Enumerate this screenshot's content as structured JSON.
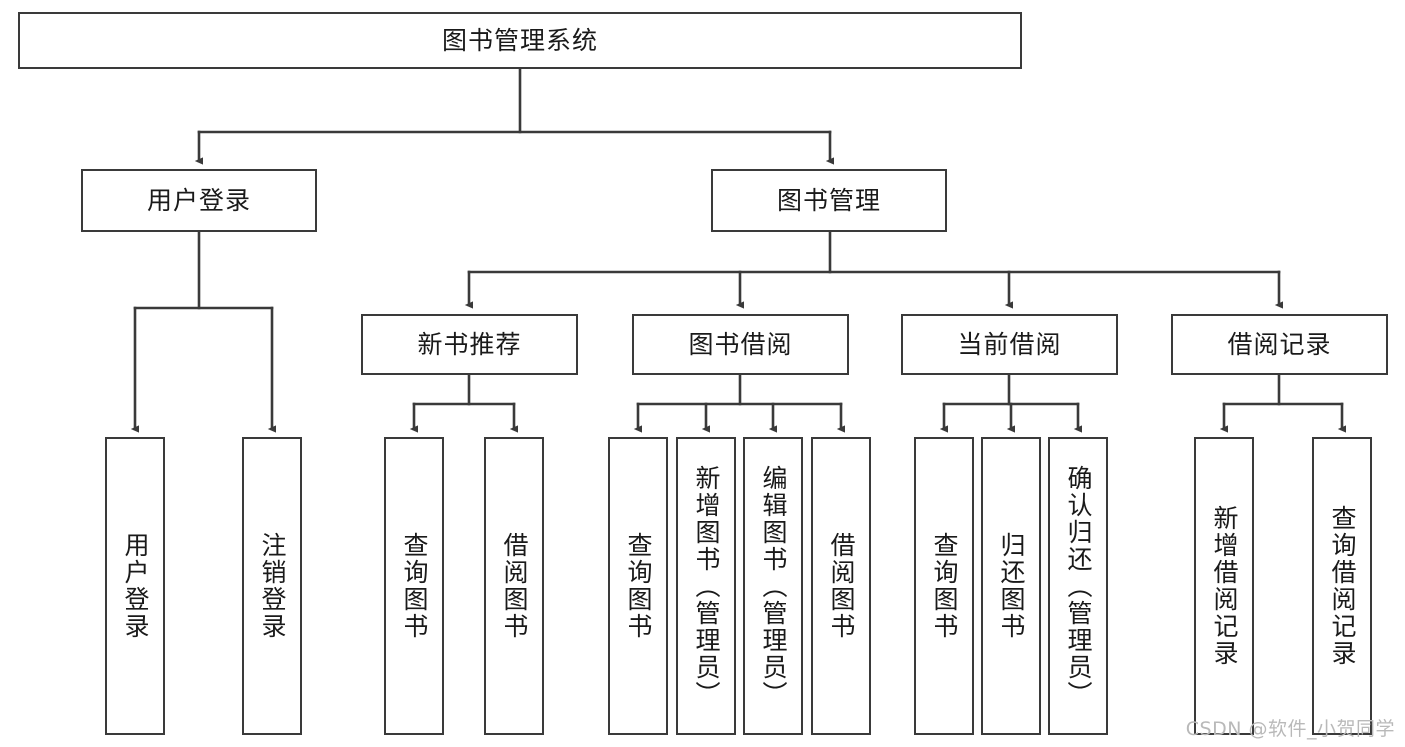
{
  "diagram": {
    "title": "图书管理系统",
    "type": "tree-hierarchy-diagram",
    "colors": {
      "box_border": "#3a3a3a",
      "box_fill": "#ffffff",
      "connector": "#3a3a3a",
      "text": "#1a1a1a",
      "watermark": "#b9b9b9",
      "background": "#ffffff"
    },
    "root": {
      "label": "图书管理系统"
    },
    "level2": [
      {
        "label": "用户登录"
      },
      {
        "label": "图书管理"
      }
    ],
    "level3": [
      {
        "label": "新书推荐"
      },
      {
        "label": "图书借阅"
      },
      {
        "label": "当前借阅"
      },
      {
        "label": "借阅记录"
      }
    ],
    "leaves": {
      "user_login": [
        {
          "label": "用户登录"
        },
        {
          "label": "注销登录"
        }
      ],
      "new_book_recommend": [
        {
          "label": "查询图书"
        },
        {
          "label": "借阅图书"
        }
      ],
      "book_borrow": [
        {
          "label": "查询图书"
        },
        {
          "label": "新增图书（管理员）"
        },
        {
          "label": "编辑图书（管理员）"
        },
        {
          "label": "借阅图书"
        }
      ],
      "current_borrow": [
        {
          "label": "查询图书"
        },
        {
          "label": "归还图书"
        },
        {
          "label": "确认归还（管理员）"
        }
      ],
      "borrow_record": [
        {
          "label": "新增借阅记录"
        },
        {
          "label": "查询借阅记录"
        }
      ]
    }
  },
  "watermark": {
    "text": "CSDN @软件_小贺同学"
  }
}
